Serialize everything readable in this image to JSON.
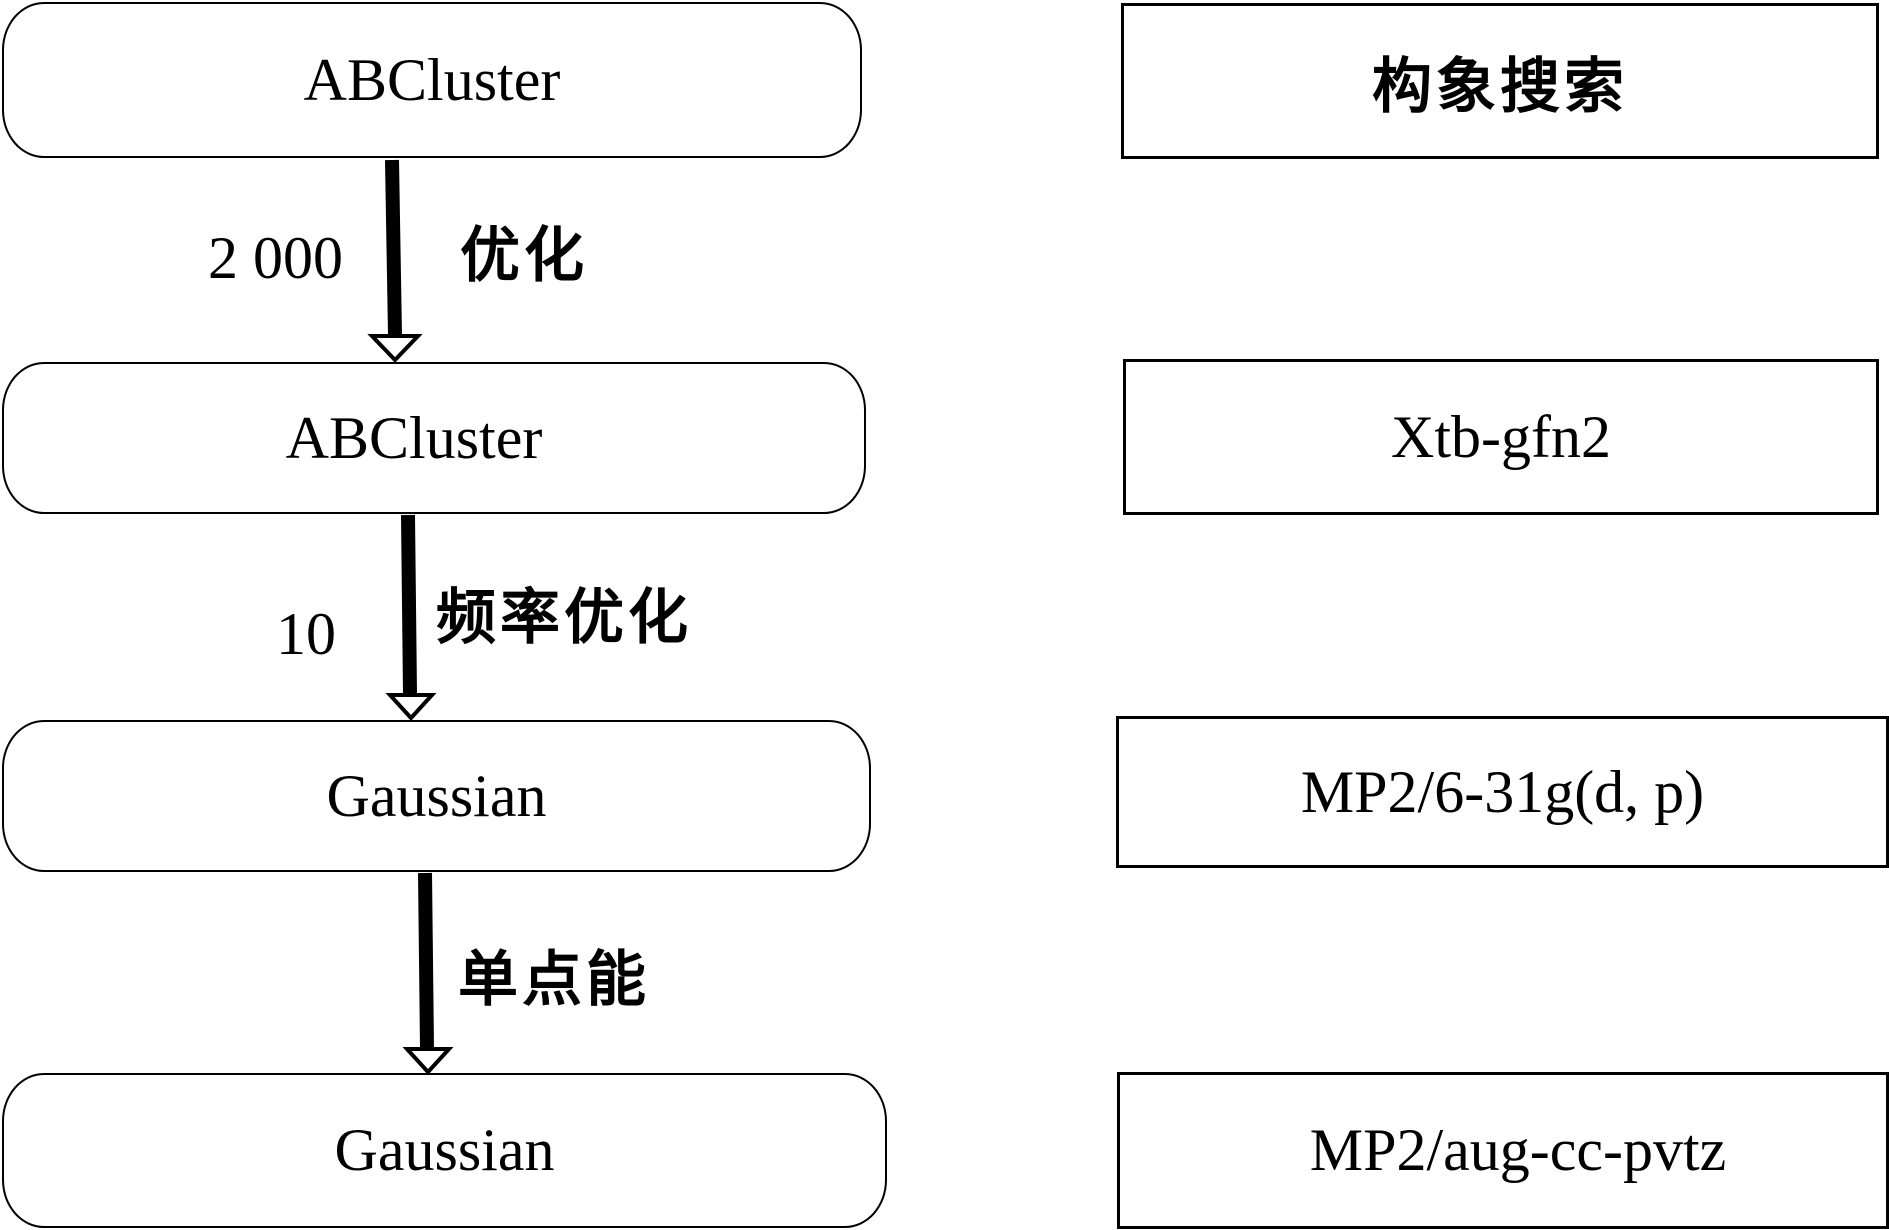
{
  "flow": {
    "steps": [
      {
        "software": "ABCluster",
        "method": "构象搜索"
      },
      {
        "software": "ABCluster",
        "method": "Xtb-gfn2"
      },
      {
        "software": "Gaussian",
        "method": "MP2/6-31g(d, p)"
      },
      {
        "software": "Gaussian",
        "method": "MP2/aug-cc-pvtz"
      }
    ],
    "transitions": [
      {
        "count": "2 000",
        "action": "优化"
      },
      {
        "count": "10",
        "action": "频率优化"
      },
      {
        "count": "",
        "action": "单点能"
      }
    ]
  }
}
